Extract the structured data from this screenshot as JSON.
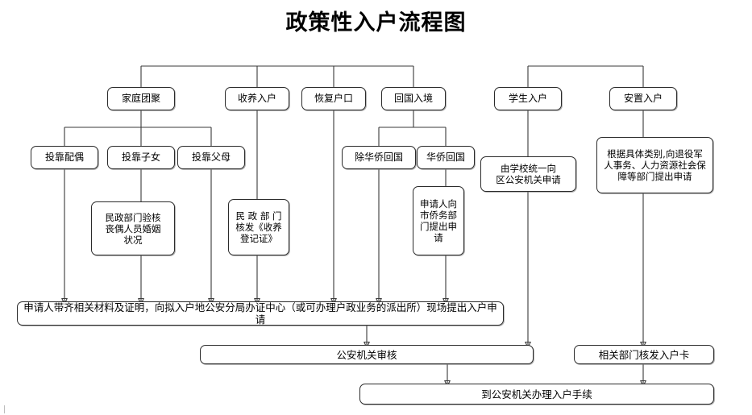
{
  "page": {
    "title": "政策性入户流程图",
    "accent_color": "#2b2b2b",
    "background_color": "#ffffff"
  },
  "nodes": {
    "family_reunion": "家庭团聚",
    "adoption": "收养入户",
    "restore_hukou": "恢复户口",
    "return_entry": "回国入境",
    "student": "学生入户",
    "resettlement": "安置入户",
    "spouse": "投靠配偶",
    "children": "投靠子女",
    "parents": "投靠父母",
    "non_overseas_return": "除华侨回国",
    "overseas_return": "华侨回国",
    "school_apply": "由学校统一向\n区公安机关申请",
    "resettlement_detail": "根据具体类别,向退役军\n人事务、人力资源社会保\n障等部门提出申请",
    "civil_affairs_verify": "民政部门验核\n丧偶人员婚姻\n状况",
    "civil_affairs_issue": "民 政 部 门\n核发《收养\n登记证》",
    "overseas_apply": "申请人向\n市侨务部\n门提出申\n请",
    "main_application": "申请人带齐相关材料及证明，向拟入户地公安分局办证中心（或可办理户政业务的派出所）现场提出入户申请",
    "police_review": "公安机关审核",
    "issue_card": "相关部门核发入户卡",
    "final_step": "到公安机关办理入户手续"
  }
}
